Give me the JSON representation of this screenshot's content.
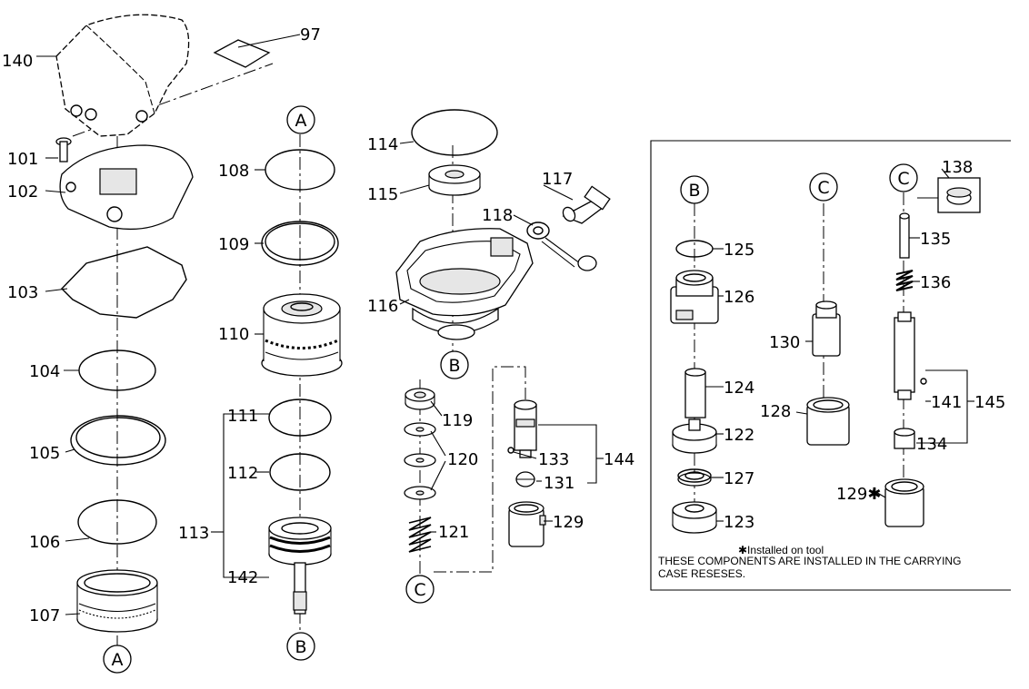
{
  "labels": {
    "p97": "97",
    "p140": "140",
    "p101": "101",
    "p102": "102",
    "p103": "103",
    "p104": "104",
    "p105": "105",
    "p106": "106",
    "p107": "107",
    "p108": "108",
    "p109": "109",
    "p110": "110",
    "p111": "111",
    "p112": "112",
    "p113": "113",
    "p142": "142",
    "p114": "114",
    "p115": "115",
    "p116": "116",
    "p117": "117",
    "p118": "118",
    "p119": "119",
    "p120": "120",
    "p121": "121",
    "p129": "129",
    "p133": "133",
    "p131": "131",
    "p144": "144",
    "i125": "125",
    "i126": "126",
    "i124": "124",
    "i122": "122",
    "i127": "127",
    "i123": "123",
    "i130": "130",
    "i128": "128",
    "i138": "138",
    "i135": "135",
    "i136": "136",
    "i141": "141",
    "i145": "145",
    "i134": "134",
    "i129s": "129✱"
  },
  "connectors": {
    "a": "A",
    "b": "B",
    "c": "C"
  },
  "inset_note": {
    "installed": "✱Installed on tool",
    "line1": "THESE COMPONENTS ARE INSTALLED IN THE CARRYING",
    "line2": "CASE RESESES."
  }
}
